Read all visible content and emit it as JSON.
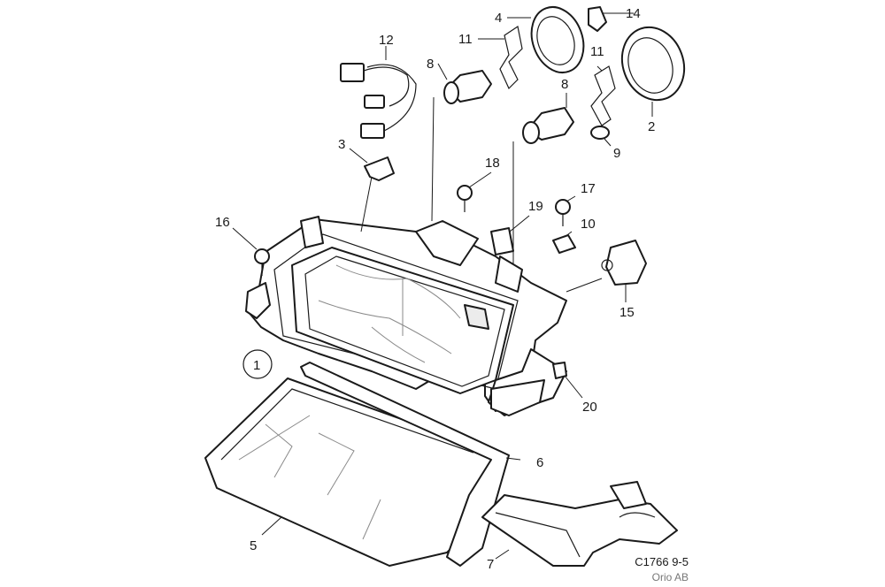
{
  "diagram": {
    "callouts": [
      {
        "id": "c1",
        "label": "1"
      },
      {
        "id": "c2",
        "label": "2"
      },
      {
        "id": "c3",
        "label": "3"
      },
      {
        "id": "c4",
        "label": "4"
      },
      {
        "id": "c5",
        "label": "5"
      },
      {
        "id": "c6",
        "label": "6"
      },
      {
        "id": "c7",
        "label": "7"
      },
      {
        "id": "c8a",
        "label": "8"
      },
      {
        "id": "c8b",
        "label": "8"
      },
      {
        "id": "c9",
        "label": "9"
      },
      {
        "id": "c10",
        "label": "10"
      },
      {
        "id": "c11a",
        "label": "11"
      },
      {
        "id": "c11b",
        "label": "11"
      },
      {
        "id": "c12",
        "label": "12"
      },
      {
        "id": "c14",
        "label": "14"
      },
      {
        "id": "c15",
        "label": "15"
      },
      {
        "id": "c16",
        "label": "16"
      },
      {
        "id": "c17",
        "label": "17"
      },
      {
        "id": "c18",
        "label": "18"
      },
      {
        "id": "c19",
        "label": "19"
      },
      {
        "id": "c20",
        "label": "20"
      }
    ],
    "drawing_code": "C1766 9-5",
    "company": "Orio AB"
  }
}
